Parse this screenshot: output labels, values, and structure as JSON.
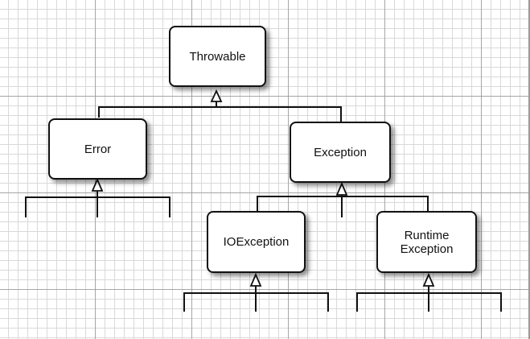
{
  "nodes": {
    "throwable": "Throwable",
    "error": "Error",
    "exception": "Exception",
    "ioexception": "IOException",
    "runtime_exception": "Runtime\nException"
  }
}
